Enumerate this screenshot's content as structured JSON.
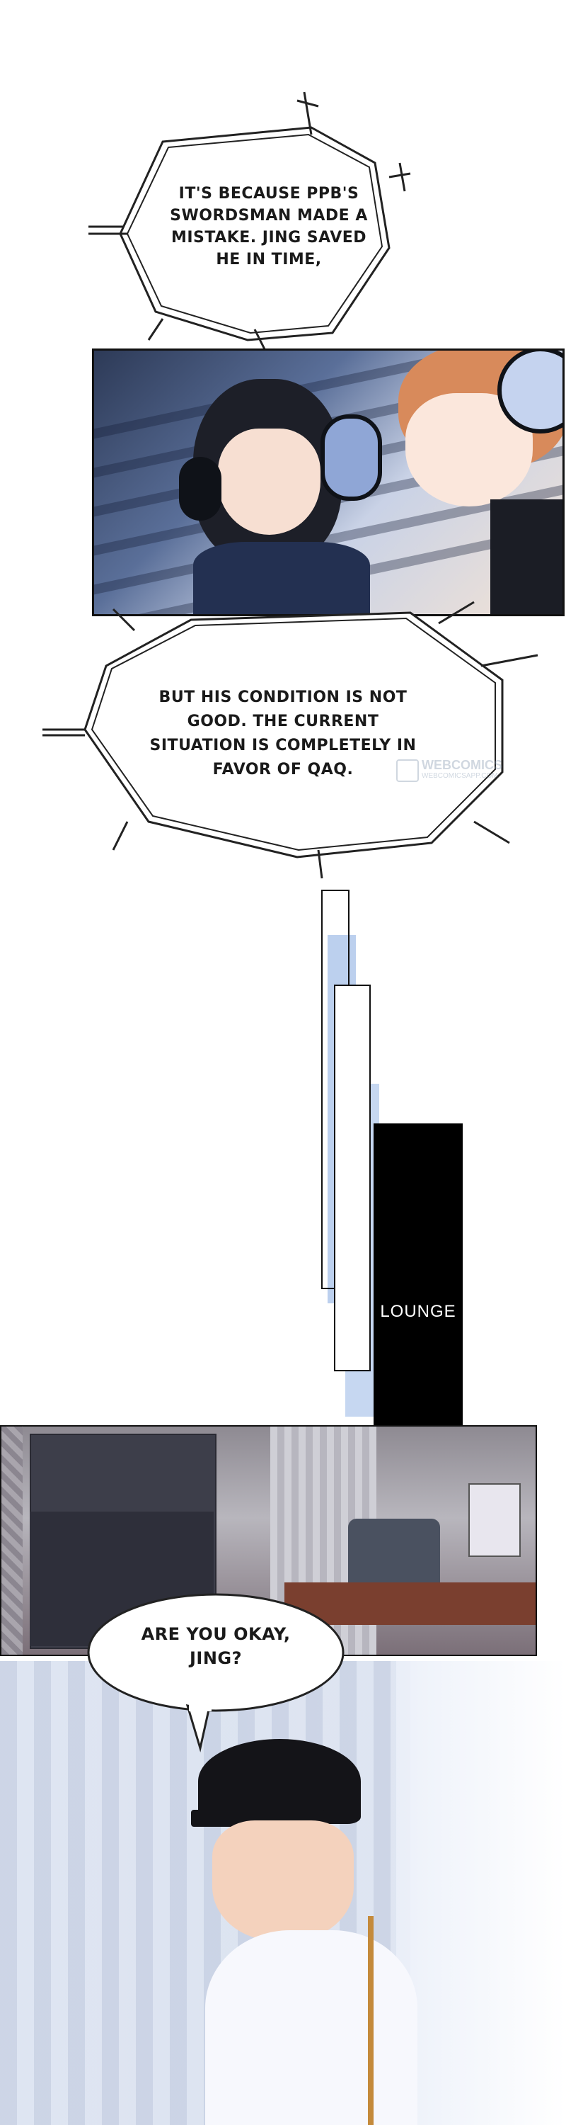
{
  "bubbles": {
    "b1": "IT'S BECAUSE PPB'S SWORDSMAN MADE A MISTAKE. JING SAVED HE IN TIME,",
    "b2": "BUT HIS CONDITION IS NOT GOOD. THE CURRENT SITUATION IS COMPLETELY IN FAVOR OF QAQ.",
    "b3": "ARE YOU OKAY, JING?"
  },
  "location_label": "LOUNGE",
  "watermark": {
    "line1": "WEBCOMICS",
    "line2": "WEBCOMICSAPP.COM"
  },
  "colors": {
    "panel_dark": "#2d3a57",
    "accent_blue": "#bcd0ee",
    "ink": "#111111"
  }
}
